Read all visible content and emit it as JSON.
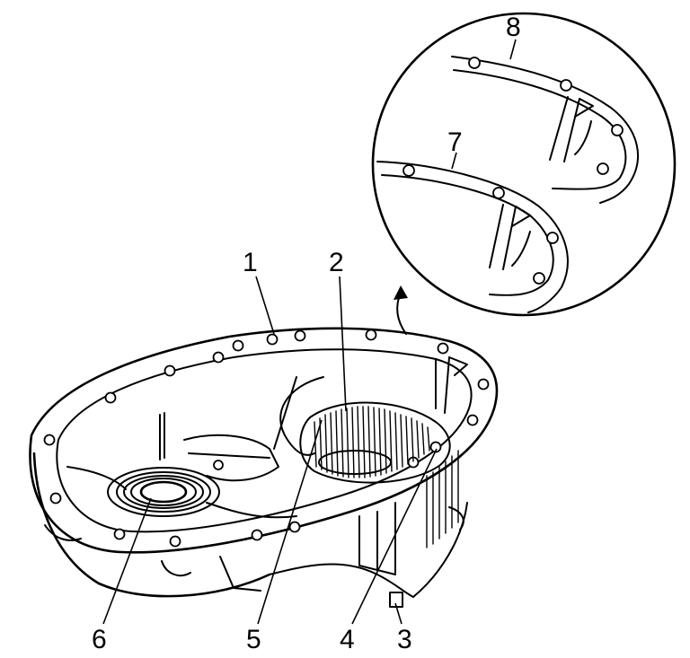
{
  "callouts": [
    {
      "id": "1",
      "label": "1"
    },
    {
      "id": "2",
      "label": "2"
    },
    {
      "id": "3",
      "label": "3"
    },
    {
      "id": "4",
      "label": "4"
    },
    {
      "id": "5",
      "label": "5"
    },
    {
      "id": "6",
      "label": "6"
    },
    {
      "id": "7",
      "label": "7"
    },
    {
      "id": "8",
      "label": "8"
    }
  ],
  "colors": {
    "line": "#000000",
    "background": "#ffffff"
  }
}
